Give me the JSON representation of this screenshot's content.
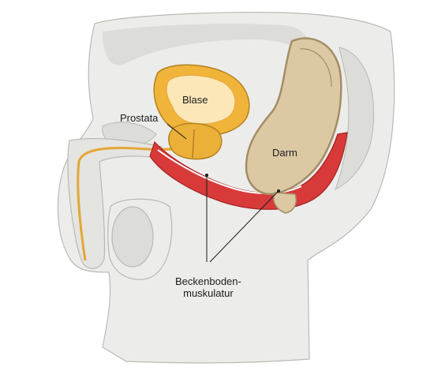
{
  "labels": {
    "bladder": "Blase",
    "prostate": "Prostata",
    "bowel": "Darm",
    "pelvic_floor_line1": "Beckenboden-",
    "pelvic_floor_line2": "muskulatur"
  },
  "colors": {
    "body_skin": "#ececea",
    "body_shadow": "#dcdcd8",
    "outline": "#b9b9b4",
    "bladder_fill": "#f1b43a",
    "bladder_inner": "#fbe7b8",
    "prostate_fill": "#eab038",
    "bowel_fill": "#dcc9a3",
    "bowel_outline": "#a48d66",
    "muscle_red": "#d83a3a",
    "muscle_dark": "#a52323",
    "urethra": "#e3a635",
    "leader_line": "#1c1c1c"
  }
}
